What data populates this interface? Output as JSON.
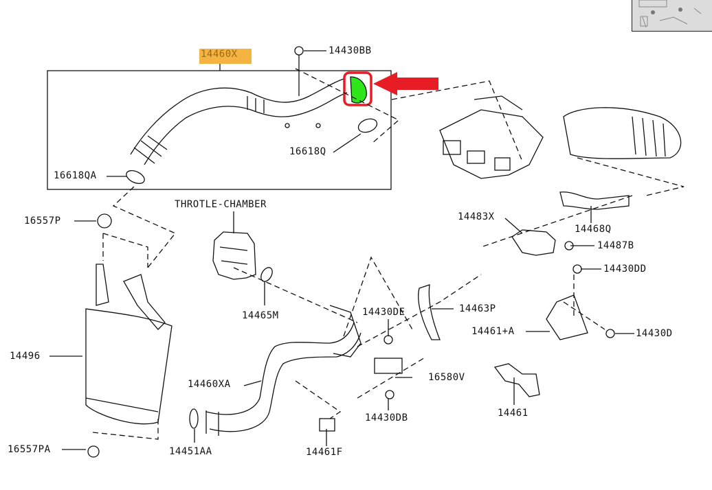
{
  "thumbnail": {
    "label": "diagram-overview"
  },
  "highlight": {
    "part": "14460X",
    "highlight_color": "#f5b342",
    "marker_color": "#e81c24",
    "fill_color": "#2ee61a"
  },
  "group_box_label": "14460X",
  "parts": {
    "p14430BB": "14430BB",
    "p14460X": "14460X",
    "p16618Q": "16618Q",
    "p16618QA": "16618QA",
    "pThrottle": "THROTLE-CHAMBER",
    "p16557P": "16557P",
    "p14465M": "14465M",
    "p14430DE": "14430DE",
    "p14496": "14496",
    "p14460XA": "14460XA",
    "p16580V": "16580V",
    "p14430DB": "14430DB",
    "p16557PA": "16557PA",
    "p14451AA": "14451AA",
    "p14461F": "14461F",
    "p14483X": "14483X",
    "p14468Q": "14468Q",
    "p14487B": "14487B",
    "p14430DD": "14430DD",
    "p14463P": "14463P",
    "p14461A": "14461+A",
    "p14430D": "14430D",
    "p14461": "14461"
  }
}
